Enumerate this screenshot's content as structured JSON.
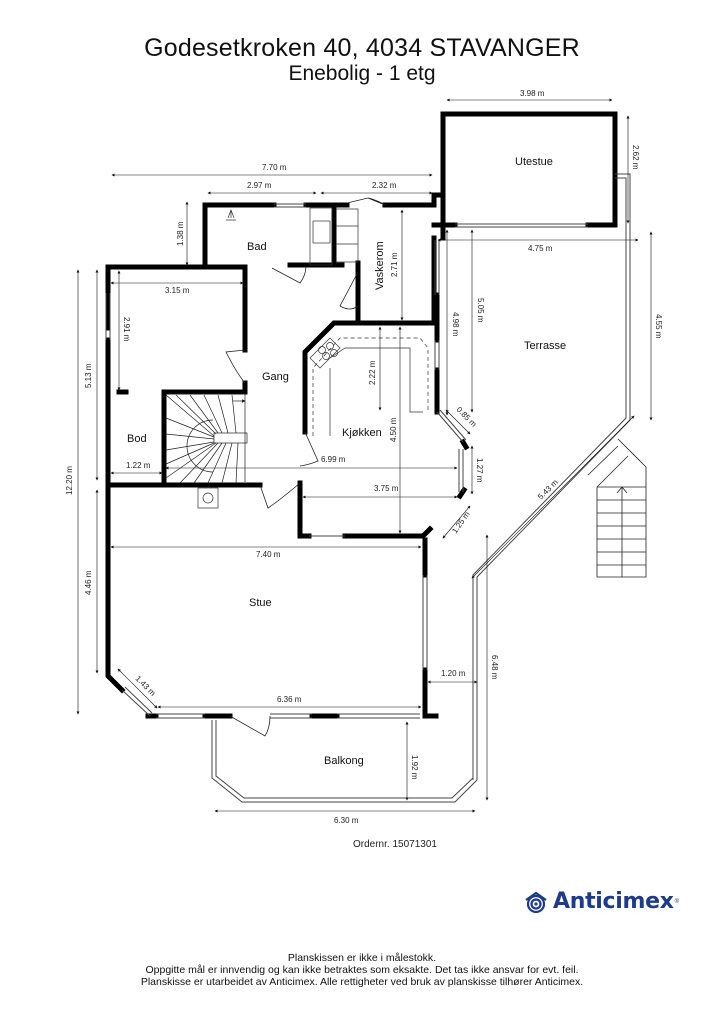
{
  "header": {
    "title": "Godesetkroken 40, 4034 STAVANGER",
    "subtitle": "Enebolig  - 1 etg"
  },
  "rooms": {
    "utestue": "Utestue",
    "bad": "Bad",
    "vaskerom": "Vaskerom",
    "terrasse": "Terrasse",
    "gang": "Gang",
    "bod": "Bod",
    "kjokken": "Kjøkken",
    "stue": "Stue",
    "balkong": "Balkong"
  },
  "dimensions": {
    "utestue_width": "3.98 m",
    "utestue_depth": "2.62 m",
    "overall_top": "7.70 m",
    "bad_width": "2.97 m",
    "vaskerom_width": "2.32 m",
    "bad_depth": "1.38 m",
    "vaskerom_depth": "2.71 m",
    "terrasse_top": "4.75 m",
    "terrasse_left_a": "5.05 m",
    "terrasse_left_b": "4.98 m",
    "terrasse_right": "4.55 m",
    "bay_diag_top": "0.85 m",
    "bay_vertical": "1.27 m",
    "bay_diag_bottom": "1.25 m",
    "terrasse_diag": "5.43 m",
    "room_width": "3.15 m",
    "room_depth": "2.91 m",
    "overall_left": "12.20 m",
    "upper_left": "5.13 m",
    "lower_left": "4.46 m",
    "bod_width": "1.22 m",
    "kjokken_depth_a": "2.22 m",
    "kjokken_depth_b": "4.50 m",
    "kjokken_width_a": "6.99 m",
    "kjokken_width_b": "3.75 m",
    "stue_width": "7.40 m",
    "stue_diag": "1.43 m",
    "stue_bottom": "6.36 m",
    "side_gap": "1.20 m",
    "right_lower": "6.48 m",
    "balkong_depth": "1.92 m",
    "balkong_width": "6.30 m"
  },
  "footer": {
    "order": "Ordernr. 15071301",
    "brand": "Anticimex",
    "brand_mark": "®",
    "brand_color": "#1e3a8a",
    "line1": "Planskissen er ikke i målestokk.",
    "line2": "Oppgitte mål er innvendig og kan ikke betraktes som eksakte. Det tas ikke ansvar for evt. feil.",
    "line3": "Planskisse er utarbeidet av Anticimex. Alle rettigheter ved bruk av planskisse tilhører Anticimex."
  }
}
